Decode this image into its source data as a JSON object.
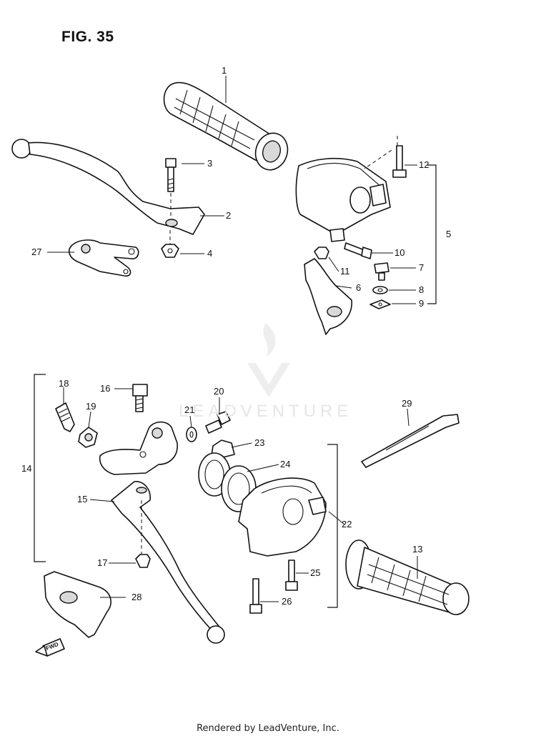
{
  "figure": {
    "title": "FIG. 35"
  },
  "callouts": [
    {
      "id": "1",
      "text": "1"
    },
    {
      "id": "2",
      "text": "2"
    },
    {
      "id": "3",
      "text": "3"
    },
    {
      "id": "4",
      "text": "4"
    },
    {
      "id": "5",
      "text": "5"
    },
    {
      "id": "6",
      "text": "6"
    },
    {
      "id": "7",
      "text": "7"
    },
    {
      "id": "8",
      "text": "8"
    },
    {
      "id": "9",
      "text": "9"
    },
    {
      "id": "10",
      "text": "10"
    },
    {
      "id": "11",
      "text": "11"
    },
    {
      "id": "12",
      "text": "12"
    },
    {
      "id": "13",
      "text": "13"
    },
    {
      "id": "14",
      "text": "14"
    },
    {
      "id": "15",
      "text": "15"
    },
    {
      "id": "16",
      "text": "16"
    },
    {
      "id": "17",
      "text": "17"
    },
    {
      "id": "18",
      "text": "18"
    },
    {
      "id": "19",
      "text": "19"
    },
    {
      "id": "20",
      "text": "20"
    },
    {
      "id": "21",
      "text": "21"
    },
    {
      "id": "22",
      "text": "22"
    },
    {
      "id": "23",
      "text": "23"
    },
    {
      "id": "24",
      "text": "24"
    },
    {
      "id": "25",
      "text": "25"
    },
    {
      "id": "26",
      "text": "26"
    },
    {
      "id": "27",
      "text": "27"
    },
    {
      "id": "28",
      "text": "28"
    },
    {
      "id": "29",
      "text": "29"
    }
  ],
  "direction_marker": {
    "text": "FWD",
    "icon": "forward-arrow-icon"
  },
  "watermark": {
    "text": "LEADVENTURE",
    "icon": "flame-v-logo"
  },
  "footer": {
    "text": "Rendered by LeadVenture, Inc."
  }
}
